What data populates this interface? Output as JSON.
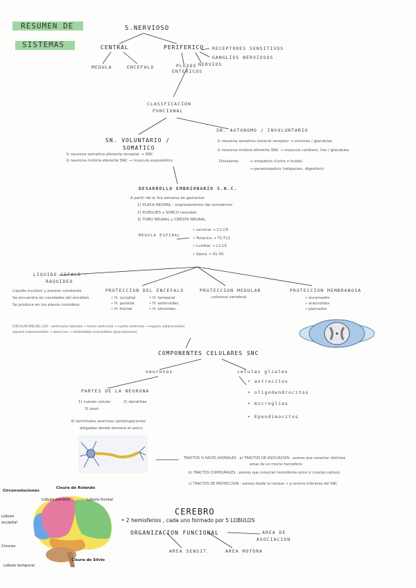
{
  "title": {
    "line1": "RESUMEN DE",
    "line2": "SISTEMAS"
  },
  "sn": {
    "root": "S.NERVIOSO",
    "central": "CENTRAL",
    "periferico": "PERIFERICO",
    "medula": "MEDULA",
    "encefalo": "ENCEFALO",
    "plexos": "PLEXOS",
    "entericos": "ENTERICOS",
    "nervios": "NERVIOS",
    "receptores": "RECEPTORES SENSITIVOS",
    "ganglios": "GANGLIOS NERVIOSOS"
  },
  "clasif": {
    "title1": "CLASIFICACION",
    "title2": "FUNCIONAL",
    "voluntario1": "SN. VOLUNTARIO /",
    "voluntario2": "SOMATICO",
    "vol_items": [
      "① neurona somatica aferente   receptor → SNC",
      "② neurona motora   eferente   SNC   → musculo esqueletico"
    ],
    "autonomo": "SN. AUTONOMO / INVOLUNTARIO",
    "auto_items": [
      "① neurona sensitiva visceral   receptor → visceras / glandulas",
      "② neurona motora eferente   SNC → musculo cardiaco, liso / glandulas"
    ],
    "divisiones": "Divisiones",
    "div_items": [
      "→ simpatico (lucha o huida)",
      "→ parasimpatico (relajacion, digestion)"
    ]
  },
  "desarrollo": {
    "title": "DESARROLLO EMBRIONARIO S.N.C.",
    "intro": "A partir de la 3ra semana de gestacion",
    "steps": [
      "1) PLACA NEURAL : engrosamiento del ectodermo",
      "2) PLIEGUES y SURCO neurales",
      "3) TUBO NEURAL y CRESTA NEURAL"
    ],
    "medula": "MEDULA ESPINAL",
    "medula_items": [
      "• cervical → C1-C8",
      "• Toracica → T1-T12",
      "• Lumbar → L1-L5",
      "• Sacra → S1-S5"
    ]
  },
  "proteccion": {
    "liquido1": "LIQUIDO CEFALO -",
    "liquido2": "RAQUIDEO",
    "liquido_desc": [
      "Liquido incoloro y presion constante",
      "Se encuentra en cavidades del encefalo",
      "Se produce en los plexos coroideos"
    ],
    "encefalo": "PROTECCION DEL ENCEFALO",
    "encefalo_items": [
      "• H. occipital",
      "• H. parietal",
      "• H. frontal",
      "• H. temporal",
      "• H. esfenoides",
      "• H. etmoides"
    ],
    "medular": "PROTECCION MEDULAR",
    "medular_sub": "columna vertebral",
    "membranosa": "PROTECCION MEMBRANOSA",
    "membranosa_items": [
      "• duramadre",
      "• aracnoides",
      "• piamadre"
    ],
    "circulacion": [
      "CIRCULACION DEL LCR : ventriculos laterales → tercer ventriculo → cuarto ventriculo → espacio subaracnoideo",
      "espacio subaracnoideo → absorcion → vellosidades aracnoideas (granulaciones)"
    ]
  },
  "componentes": {
    "title": "COMPONENTES CELULARES SNC",
    "neuronas": "neuronas",
    "gliales": "celulas gliales",
    "glia_items": [
      "• astrocitos",
      "• oligodendrocitos",
      "• microglias",
      "• Ependimocitos"
    ],
    "partes": "PARTES DE LA NEURONA",
    "partes_items": [
      "1) cuerpo celular",
      "2) dendritas",
      "3) axon"
    ],
    "partes_4": "4) terminales axonicas (prolongaciones",
    "partes_4b": "delgadas donde termina el axon)",
    "tractos": [
      "TRACTOS O HACES AXONALES : a) TRACTOS DE ASOCIACION : axones que conectan distintas",
      "areas de un mismo hemisferio",
      "b) TRACTOS COMISURALES : axones que conectan hemisferios entre si (cuerpo calloso)",
      "c) TRACTOS DE PROYECCION : axones desde la corteza → a centros inferiores del SNC"
    ]
  },
  "cerebro": {
    "title": "CEREBRO",
    "desc": "• 2 hemisferios , cada uno formado por 5 LOBULOS",
    "org": "ORGANIZACION FUNCIONAL",
    "asoc1": "AREA DE",
    "asoc2": "ASOCIACION",
    "sensit": "AREA SENSIT.",
    "motora": "AREA MOTORA"
  },
  "brain_labels": {
    "rolando": "Cisura de Rolando",
    "circunvoluciones": "Circunvoluciones",
    "parietal": "Lóbulo parietal",
    "frontal": "Lóbulo frontal",
    "occipital1": "Lóbulo",
    "occipital2": "occipital",
    "cisuras": "Cisuras",
    "temporal": "Lóbulo temporal",
    "silvio": "Cisura de Silvio"
  }
}
